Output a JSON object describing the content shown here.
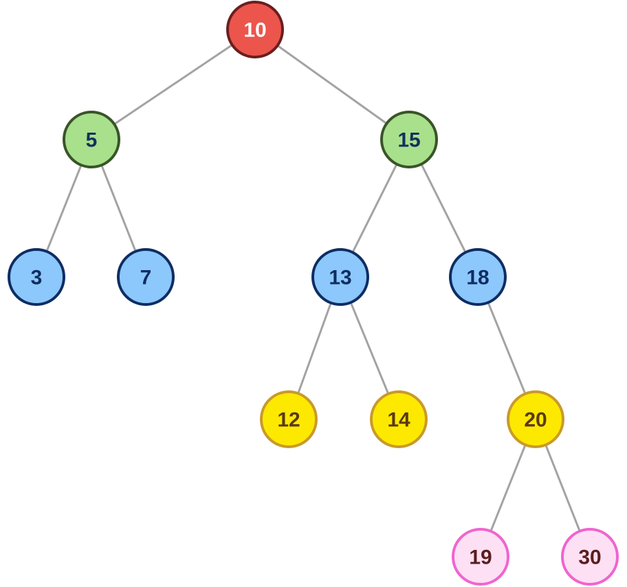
{
  "tree": {
    "styles": {
      "red": {
        "fill": "#ec554c",
        "stroke": "#6b1e1e",
        "text": "#ffffff"
      },
      "green": {
        "fill": "#a8e08c",
        "stroke": "#3a5428",
        "text": "#14305e"
      },
      "blue": {
        "fill": "#8cc8fb",
        "stroke": "#0f2d63",
        "text": "#0f2d63"
      },
      "yellow": {
        "fill": "#fde900",
        "stroke": "#c99a2a",
        "text": "#5a3a10"
      },
      "pink": {
        "fill": "#fde0f4",
        "stroke": "#f064cf",
        "text": "#5a1e1e"
      }
    },
    "nodes": [
      {
        "id": "n10",
        "label": "10",
        "style": "red",
        "parent": null
      },
      {
        "id": "n5",
        "label": "5",
        "style": "green",
        "parent": "n10"
      },
      {
        "id": "n15",
        "label": "15",
        "style": "green",
        "parent": "n10"
      },
      {
        "id": "n3",
        "label": "3",
        "style": "blue",
        "parent": "n5"
      },
      {
        "id": "n7",
        "label": "7",
        "style": "blue",
        "parent": "n5"
      },
      {
        "id": "n13",
        "label": "13",
        "style": "blue",
        "parent": "n15"
      },
      {
        "id": "n18",
        "label": "18",
        "style": "blue",
        "parent": "n15"
      },
      {
        "id": "n12",
        "label": "12",
        "style": "yellow",
        "parent": "n13"
      },
      {
        "id": "n14",
        "label": "14",
        "style": "yellow",
        "parent": "n13"
      },
      {
        "id": "n20",
        "label": "20",
        "style": "yellow",
        "parent": "n18"
      },
      {
        "id": "n19",
        "label": "19",
        "style": "pink",
        "parent": "n20"
      },
      {
        "id": "n30",
        "label": "30",
        "style": "pink",
        "parent": "n20"
      }
    ]
  }
}
